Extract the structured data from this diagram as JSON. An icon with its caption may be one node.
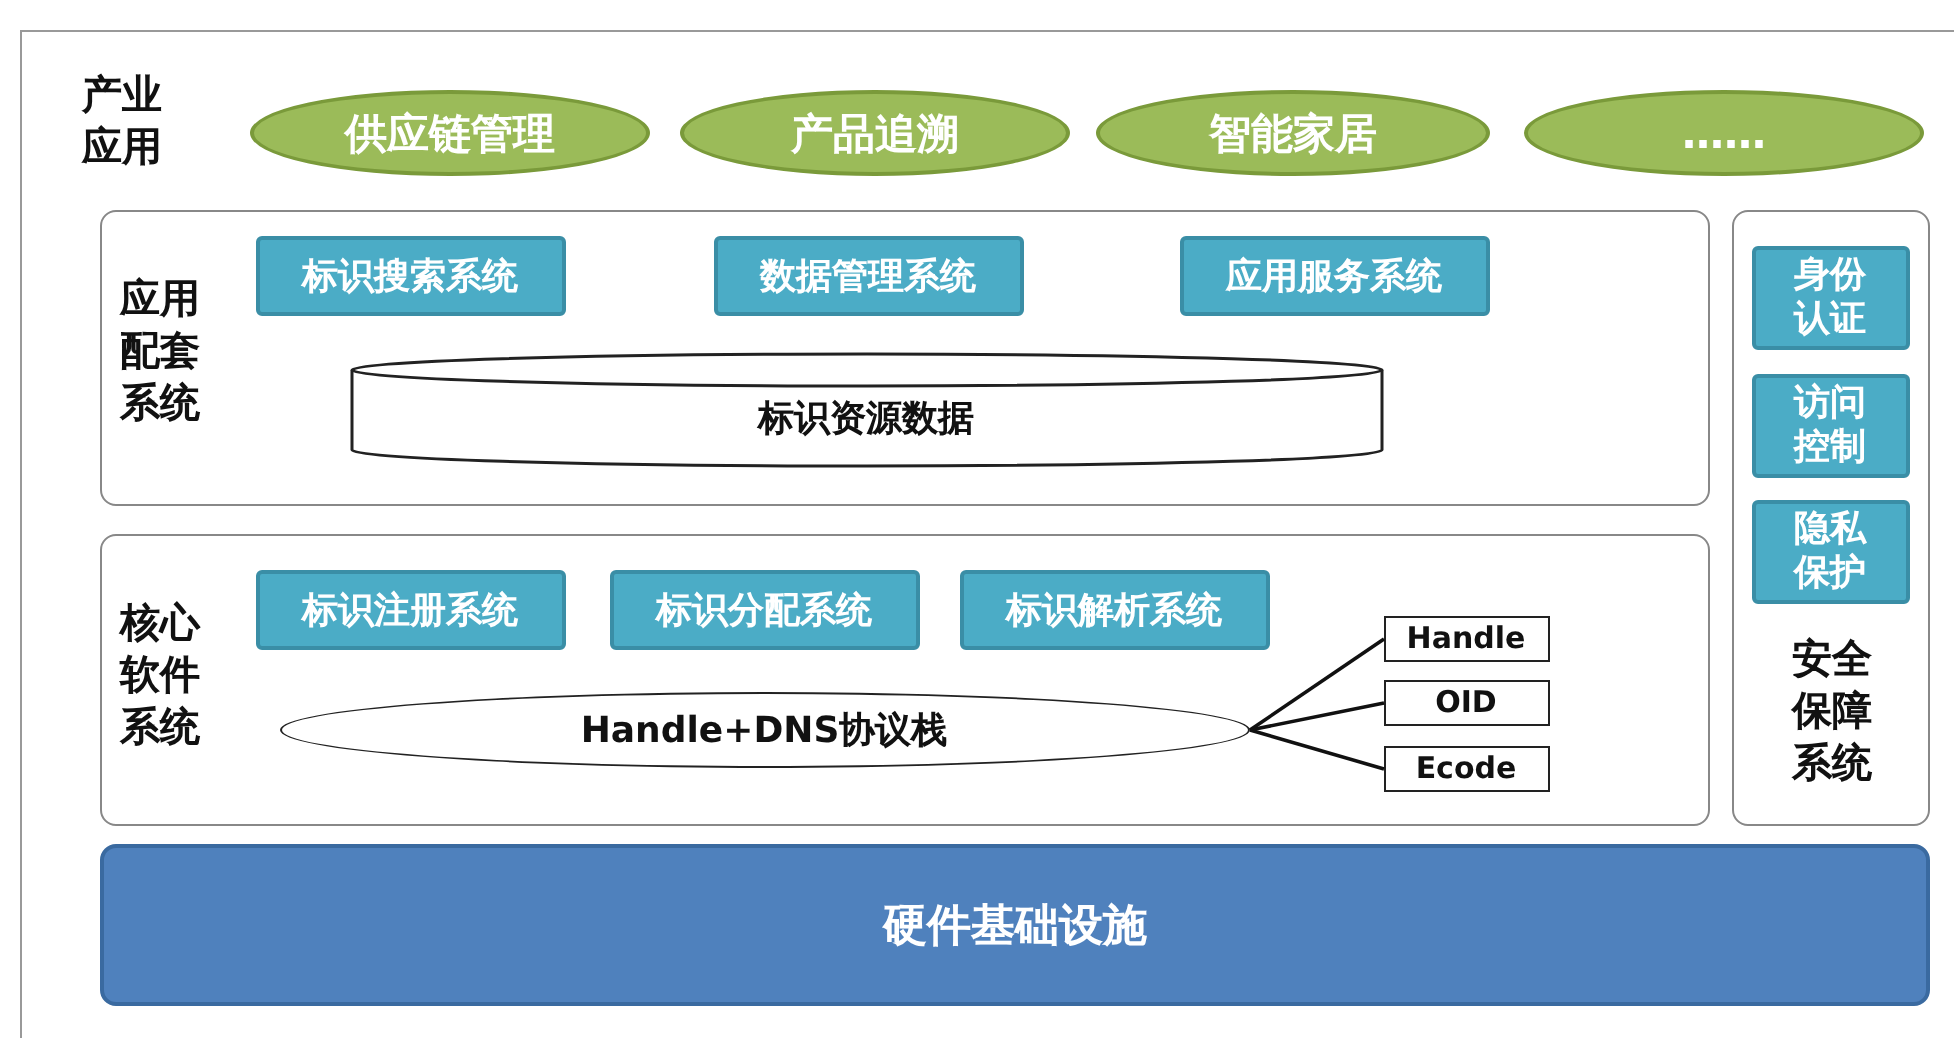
{
  "diagram": {
    "nodes": [
      {
        "text": [
          "供应链管理"
        ]
      },
      {
        "text": [
          "产品追溯"
        ]
      },
      {
        "text": [
          "智能家居"
        ]
      },
      {
        "text": [
          "……"
        ]
      },
      {
        "text": [
          "应用配套系统"
        ]
      },
      {
        "text": [
          "标识搜索系统"
        ],
        "in": 4
      },
      {
        "text": [
          "数据管理系统"
        ],
        "in": 4
      },
      {
        "text": [
          "应用服务系统"
        ],
        "in": 4
      },
      {
        "text": [
          "标识资源数据"
        ],
        "in": 4
      },
      {
        "text": [
          "核心软件系统"
        ]
      },
      {
        "text": [
          "标识注册系统"
        ],
        "in": 9
      },
      {
        "text": [
          "标识分配系统"
        ],
        "in": 9
      },
      {
        "text": [
          "标识解析系统"
        ],
        "in": 9
      },
      {
        "text": [
          "Handle+DNS协议栈"
        ],
        "in": 9
      },
      {
        "text": [
          "Handle"
        ],
        "in": 9
      },
      {
        "text": [
          "OID"
        ],
        "in": 9
      },
      {
        "text": [
          "Ecode"
        ],
        "in": 9
      },
      {
        "text": [
          "安全保障系统"
        ]
      },
      {
        "text": [
          "身份认证"
        ],
        "in": 17
      },
      {
        "text": [
          "访问控制"
        ],
        "in": 17
      },
      {
        "text": [
          "隐私保护"
        ],
        "in": 17
      },
      {
        "text": [
          "硬件基础设施"
        ]
      }
    ],
    "edges": [
      {
        "from": 13,
        "to": 14,
        "arrow": "none"
      },
      {
        "from": 13,
        "to": 15,
        "arrow": "none"
      },
      {
        "from": 13,
        "to": 16,
        "arrow": "none"
      }
    ],
    "labels": [
      "产业应用"
    ]
  }
}
